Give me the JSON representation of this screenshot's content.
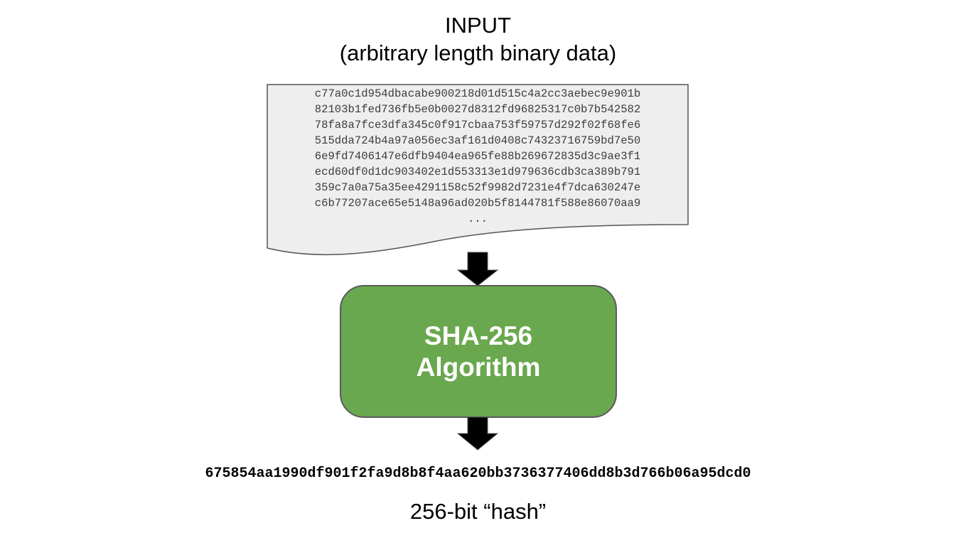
{
  "input": {
    "title_line1": "INPUT",
    "title_line2": "(arbitrary length binary data)",
    "hex_lines": [
      "c77a0c1d954dbacabe900218d01d515c4a2cc3aebec9e901b",
      "82103b1fed736fb5e0b0027d8312fd96825317c0b7b542582",
      "78fa8a7fce3dfa345c0f917cbaa753f59757d292f02f68fe6",
      "515dda724b4a97a056ec3af161d0408c74323716759bd7e50",
      "6e9fd7406147e6dfb9404ea965fe88b269672835d3c9ae3f1",
      "ecd60df0d1dc903402e1d553313e1d979636cdb3ca389b791",
      "359c7a0a75a35ee4291158c52f9982d7231e4f7dca630247e",
      "c6b77207ace65e5148a96ad020b5f8144781f588e86070aa9"
    ],
    "ellipsis": "...",
    "doc_fill": "#eeeeee",
    "doc_stroke": "#555555"
  },
  "algorithm": {
    "line1": "SHA-256",
    "line2": "Algorithm",
    "fill": "#6aa84f"
  },
  "output": {
    "hash": "675854aa1990df901f2fa9d8b8f4aa620bb3736377406dd8b3d766b06a95dcd0",
    "caption": "256-bit “hash”"
  }
}
